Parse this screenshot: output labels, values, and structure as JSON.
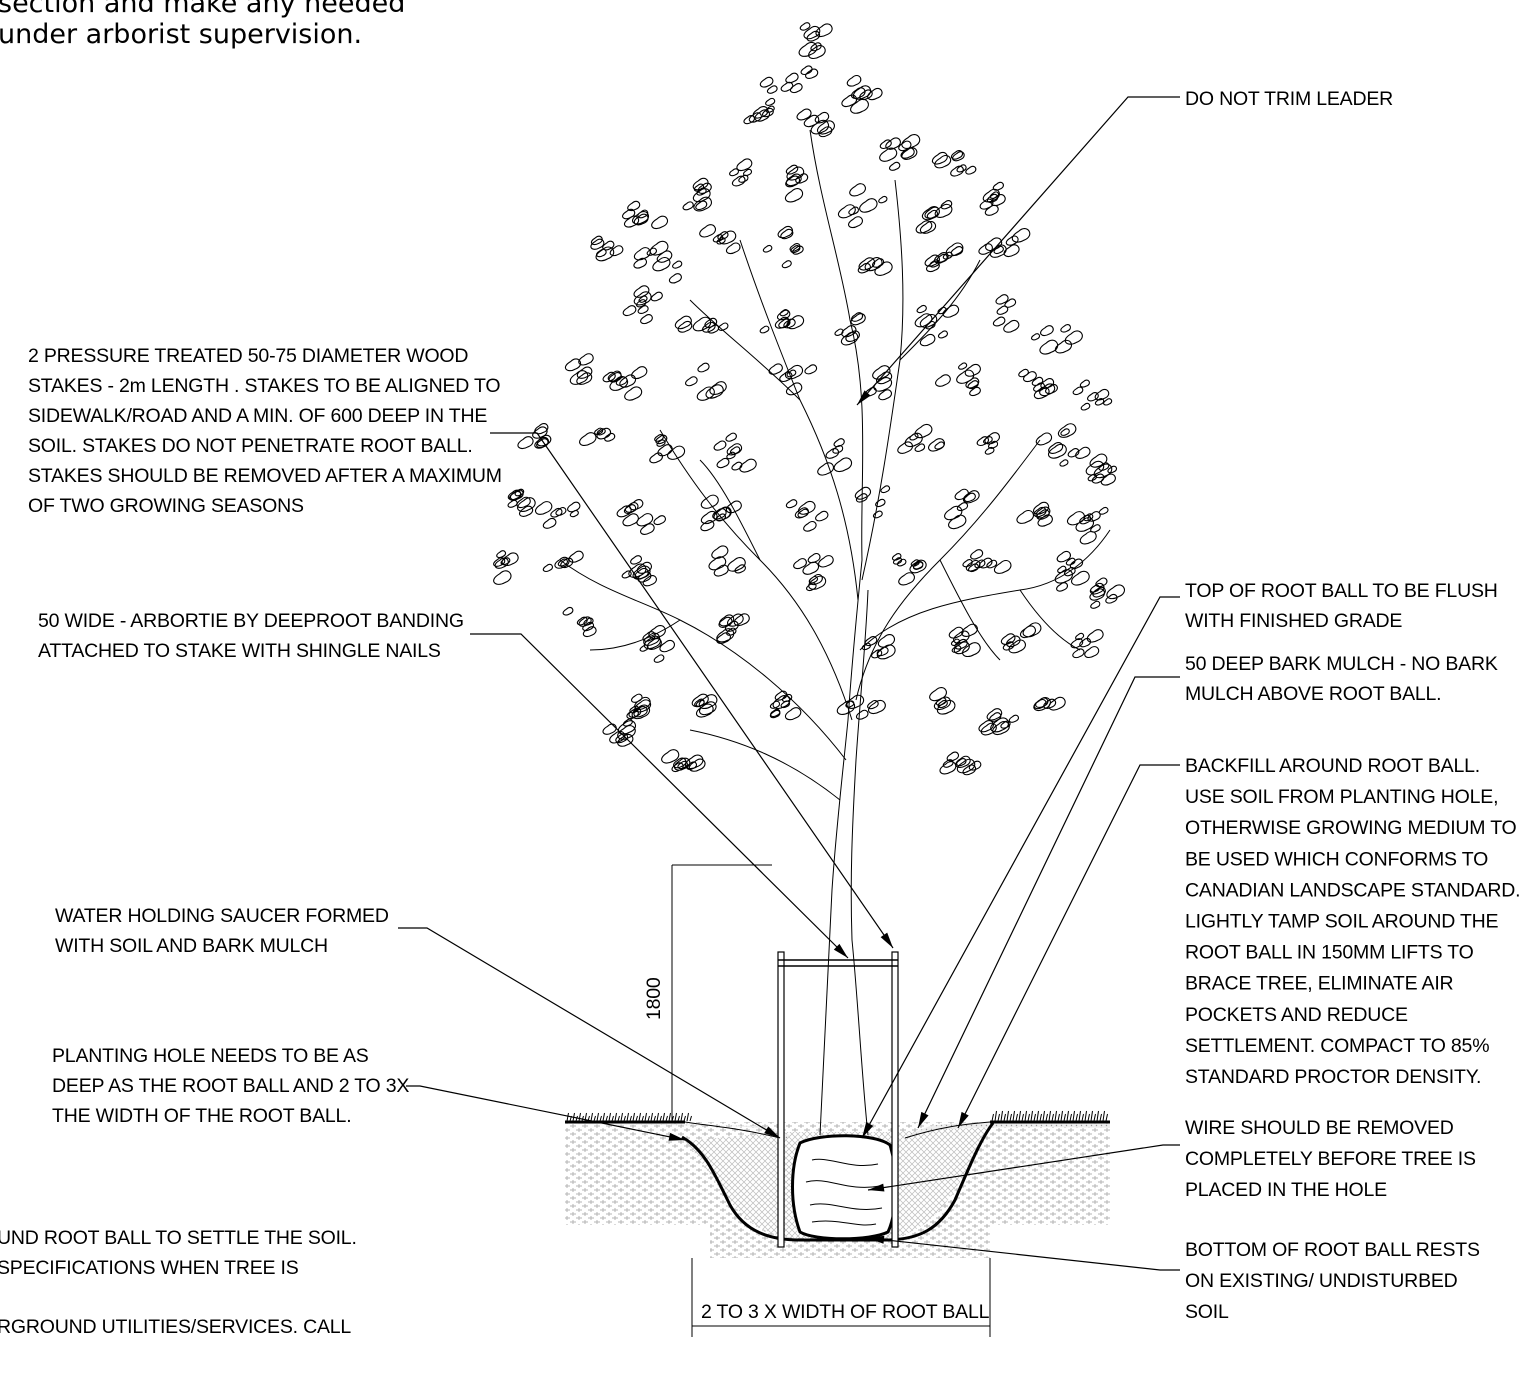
{
  "top_note": {
    "lines": [
      "section and make any needed",
      "under arborist supervision."
    ]
  },
  "left_notes": {
    "stakes": [
      "2 PRESSURE TREATED 50-75 DIAMETER WOOD",
      "STAKES - 2m LENGTH . STAKES TO BE ALIGNED TO",
      "SIDEWALK/ROAD AND A MIN. OF 600 DEEP IN THE",
      "SOIL. STAKES DO NOT PENETRATE ROOT BALL.",
      "STAKES SHOULD BE REMOVED AFTER A MAXIMUM",
      "OF TWO GROWING SEASONS"
    ],
    "banding": [
      "50 WIDE - ARBORTIE BY DEEPROOT BANDING",
      "ATTACHED TO STAKE WITH SHINGLE NAILS"
    ],
    "saucer": [
      "WATER HOLDING SAUCER FORMED",
      "WITH SOIL AND BARK MULCH"
    ],
    "planting_hole": [
      "PLANTING HOLE NEEDS TO BE AS",
      "DEEP AS THE ROOT BALL AND 2 TO 3X",
      "THE WIDTH OF THE ROOT BALL."
    ],
    "cut_off": [
      "UND ROOT BALL TO SETTLE THE SOIL.",
      "SPECIFICATIONS WHEN TREE IS",
      "RGROUND UTILITIES/SERVICES. CALL"
    ]
  },
  "right_notes": {
    "leader": [
      "DO NOT TRIM LEADER"
    ],
    "flush": [
      "TOP OF ROOT BALL TO BE FLUSH",
      "WITH FINISHED GRADE"
    ],
    "mulch": [
      "50 DEEP BARK MULCH - NO BARK",
      "MULCH ABOVE ROOT BALL."
    ],
    "backfill": [
      "BACKFILL AROUND ROOT BALL.",
      "USE SOIL FROM PLANTING HOLE,",
      "OTHERWISE GROWING MEDIUM TO",
      "BE USED WHICH CONFORMS TO",
      "CANADIAN LANDSCAPE STANDARD.",
      "LIGHTLY TAMP SOIL AROUND THE",
      "ROOT BALL IN 150MM LIFTS TO",
      "BRACE TREE, ELIMINATE AIR",
      "POCKETS AND REDUCE",
      "SETTLEMENT. COMPACT TO 85%",
      "STANDARD PROCTOR DENSITY."
    ],
    "wire": [
      "WIRE SHOULD BE REMOVED",
      "COMPLETELY BEFORE TREE IS",
      "PLACED IN THE HOLE"
    ],
    "bottom": [
      "BOTTOM OF ROOT BALL RESTS",
      "ON EXISTING/ UNDISTURBED",
      "SOIL"
    ]
  },
  "dimensions": {
    "height": "1800",
    "width": "2 TO 3 X WIDTH OF ROOT BALL"
  },
  "colors": {
    "line": "#000000",
    "background": "#ffffff",
    "soil_hatch": "#b4b4b4"
  }
}
